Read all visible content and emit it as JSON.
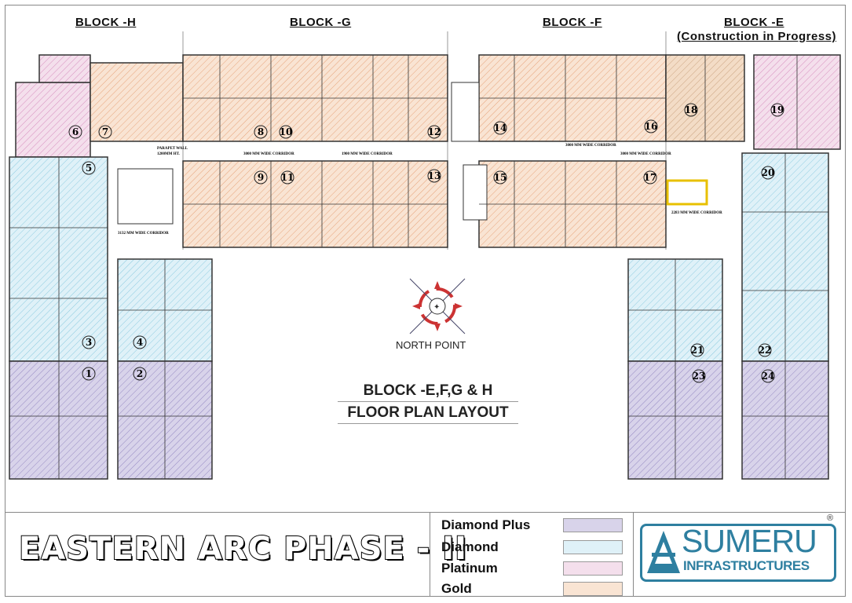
{
  "blocks": {
    "h": "BLOCK -H",
    "g": "BLOCK -G",
    "f": "BLOCK -F",
    "e": "BLOCK -E",
    "e_status": "(Construction in Progress)"
  },
  "center_title": {
    "line1": "BLOCK -E,F,G & H",
    "line2": "FLOOR PLAN LAYOUT"
  },
  "north_point_label": "NORTH POINT",
  "project_name": "EASTERN ARC PHASE - II",
  "legend": [
    {
      "label": "Diamond Plus",
      "color": "#c9c2e0"
    },
    {
      "label": "Diamond",
      "color": "#cfeaf4"
    },
    {
      "label": "Platinum",
      "color": "#efd3e6"
    },
    {
      "label": "Gold",
      "color": "#f7ddc8"
    }
  ],
  "brand": {
    "name": "SUMERU",
    "sub": "INFRASTRUCTURES",
    "registered": "®",
    "color": "#2e7fa0"
  },
  "plan_labels": {
    "corridor_g": "3000 MM WIDE CORRIDOR",
    "corridor_g2": "1900 MM WIDE CORRIDOR",
    "corridor_f": "3000 MM WIDE CORRIDOR",
    "corridor_f2": "3000 MM WIDE CORRIDOR",
    "corridor_e": "2283 MM WIDE CORRIDOR",
    "corridor_h": "3132 MM WIDE CORRIDOR",
    "parapet": "PARAPET WALL",
    "parapet2": "1200MM HT."
  },
  "units": [
    "1",
    "2",
    "3",
    "4",
    "5",
    "6",
    "7",
    "8",
    "9",
    "10",
    "11",
    "12",
    "13",
    "14",
    "15",
    "16",
    "17",
    "18",
    "19",
    "20",
    "21",
    "22",
    "23",
    "24"
  ]
}
